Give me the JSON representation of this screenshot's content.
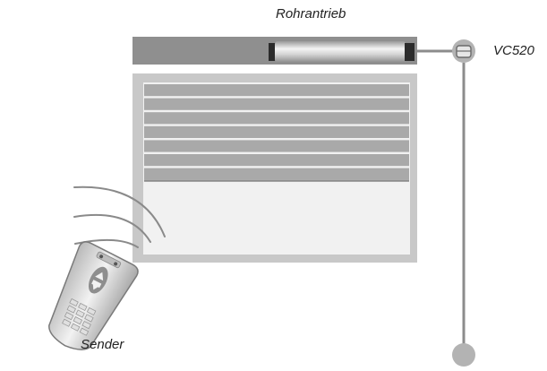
{
  "labels": {
    "motor": "Rohrantrieb",
    "receiver": "VC520",
    "transmitter": "Sender"
  },
  "colors": {
    "housing": "#8f8f8f",
    "frame": "#c8c8c8",
    "slat": "#a9a9a9",
    "window": "#f1f1f1",
    "line": "#8c8c8c",
    "receiver_fill": "#b3b3b3"
  },
  "slat_count": 7
}
